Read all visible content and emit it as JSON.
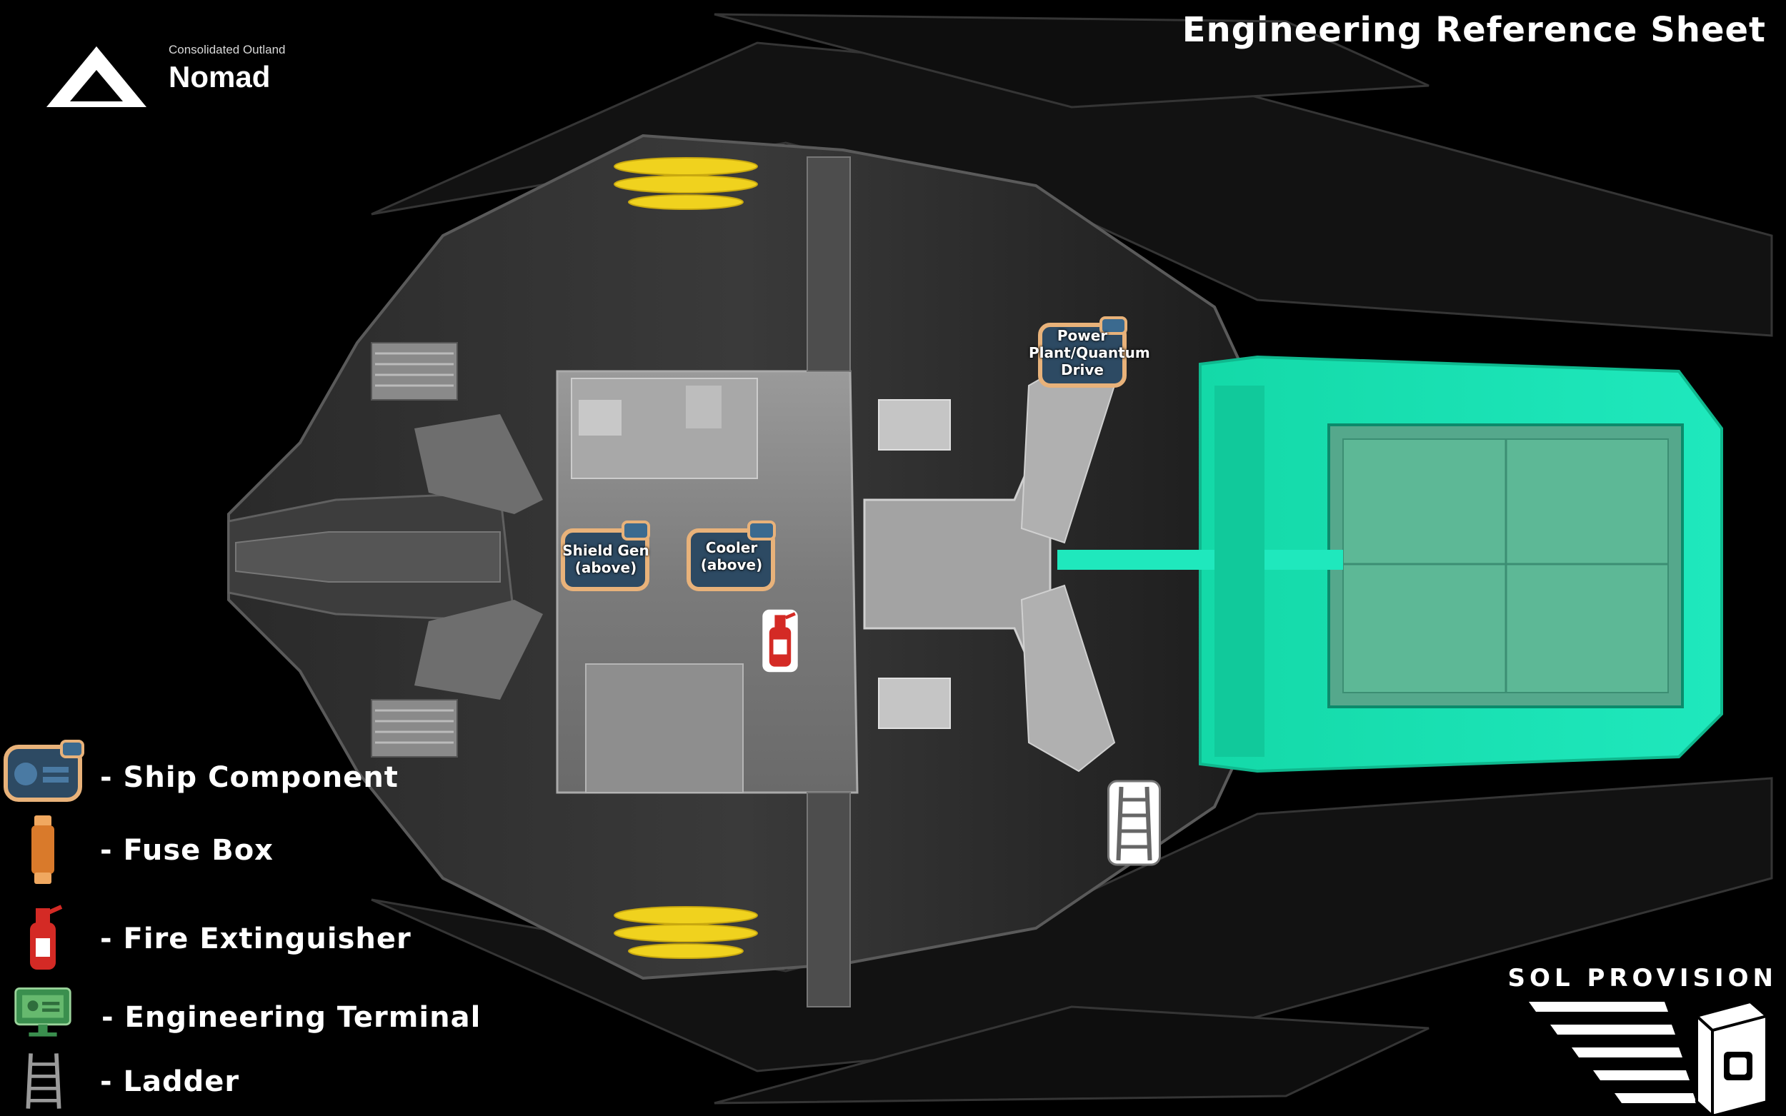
{
  "header": {
    "title": "Engineering Reference Sheet",
    "manufacturer": "Consolidated Outland",
    "ship_name": "Nomad"
  },
  "callouts": {
    "power_plant": {
      "line1": "Power",
      "line2": "Plant/Quantum",
      "line3": "Drive",
      "icon": "ship-component-icon"
    },
    "shield_gen": {
      "line1": "Shield Gen",
      "line2": "(above)",
      "icon": "ship-component-icon"
    },
    "cooler": {
      "line1": "Cooler",
      "line2": "(above)",
      "icon": "ship-component-icon"
    },
    "fire_extinguisher": {
      "icon": "fire-extinguisher-icon"
    },
    "ladder": {
      "icon": "ladder-icon"
    }
  },
  "legend": {
    "items": [
      {
        "icon": "ship-component-icon",
        "label": "- Ship Component"
      },
      {
        "icon": "fuse-box-icon",
        "label": "- Fuse Box"
      },
      {
        "icon": "fire-extinguisher-icon",
        "label": "- Fire Extinguisher"
      },
      {
        "icon": "engineering-terminal-icon",
        "label": "- Engineering Terminal"
      },
      {
        "icon": "ladder-icon",
        "label": "- Ladder"
      }
    ]
  },
  "footer": {
    "org_name": "SOL PROVISION"
  },
  "colors": {
    "background": "#000000",
    "cargo_highlight": "#19e0b0",
    "component_fill": "#2d4a63",
    "component_outline": "#e8b27a",
    "fuse_orange": "#d97a2b",
    "extinguisher_red": "#d42a25",
    "terminal_green": "#3a8f4e",
    "thruster_yellow": "#f0d21e"
  }
}
